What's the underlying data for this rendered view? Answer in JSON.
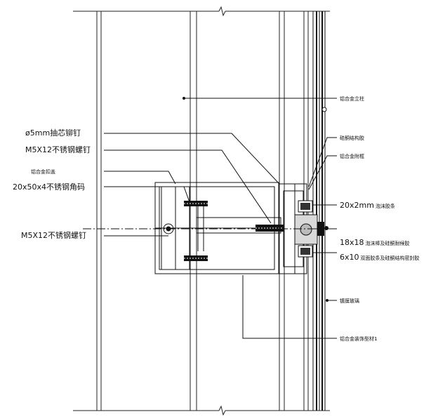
{
  "drawing": {
    "labels": {
      "aluminum_mullion": "铝合金立柱",
      "bolt_5mm": "ø5mm抽芯铆钉",
      "sealant_top": "硅酮结构胶",
      "screw_m5x12_top": "M5X12不锈钢螺钉",
      "alu_pressure_plate": "铝合金附框",
      "alu_cover": "铝合金扣盖",
      "bracket_20x50x4": "20x50x4不锈钢角码",
      "gasket_20x2": "20x2mm",
      "gasket_20x2_suffix": "泡沫胶条",
      "screw_m5x12_mid": "M5X12不锈钢螺钉",
      "spacer_18x18": "18x18",
      "spacer_18x18_suffix": "泡沫棒及硅酮耐候胶",
      "seal_6x10": "6x10",
      "seal_6x10_suffix": "双面胶条及硅酮结构密封胶",
      "glass": "镀膜玻璃",
      "alu_section": "铝合金装饰型材1"
    }
  }
}
